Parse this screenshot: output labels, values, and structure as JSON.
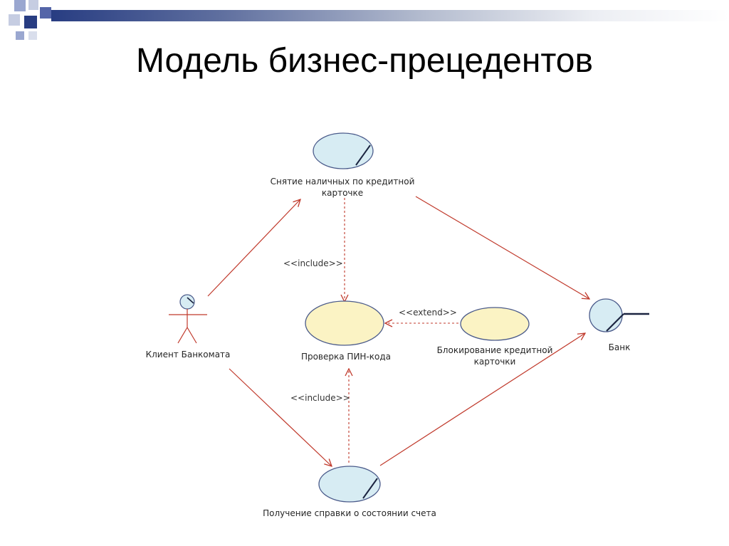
{
  "slide": {
    "title": "Модель бизнес-прецедентов"
  },
  "colors": {
    "accent": "#283d82",
    "square_light": "#9aa7d0",
    "square_mid": "#5465a8",
    "connector": "#c0392b",
    "business_use_case_fill": "#d7ecf3",
    "system_use_case_fill": "#fbf3c4",
    "ellipse_stroke": "#4a5a8a"
  },
  "diagram": {
    "actors": [
      {
        "id": "client",
        "label": "Клиент Банкомата",
        "icon": "business-actor-stick-figure-icon"
      },
      {
        "id": "bank",
        "label": "Банк",
        "icon": "business-actor-circle-icon"
      }
    ],
    "use_cases": [
      {
        "id": "withdraw",
        "label_lines": [
          "Снятие наличных по кредитной",
          "карточке"
        ],
        "kind": "business"
      },
      {
        "id": "pin",
        "label_lines": [
          "Проверка ПИН-кода"
        ],
        "kind": "system"
      },
      {
        "id": "block",
        "label_lines": [
          "Блокирование кредитной",
          "карточки"
        ],
        "kind": "system"
      },
      {
        "id": "balance",
        "label_lines": [
          "Получение справки о состоянии счета"
        ],
        "kind": "business"
      }
    ],
    "relationships": [
      {
        "from": "client",
        "to": "withdraw",
        "type": "association"
      },
      {
        "from": "client",
        "to": "balance",
        "type": "association"
      },
      {
        "from": "withdraw",
        "to": "bank",
        "type": "association"
      },
      {
        "from": "balance",
        "to": "bank",
        "type": "association"
      },
      {
        "from": "withdraw",
        "to": "pin",
        "type": "include",
        "label": "<<include>>"
      },
      {
        "from": "balance",
        "to": "pin",
        "type": "include",
        "label": "<<include>>"
      },
      {
        "from": "block",
        "to": "pin",
        "type": "extend",
        "label": "<<extend>>"
      }
    ]
  }
}
